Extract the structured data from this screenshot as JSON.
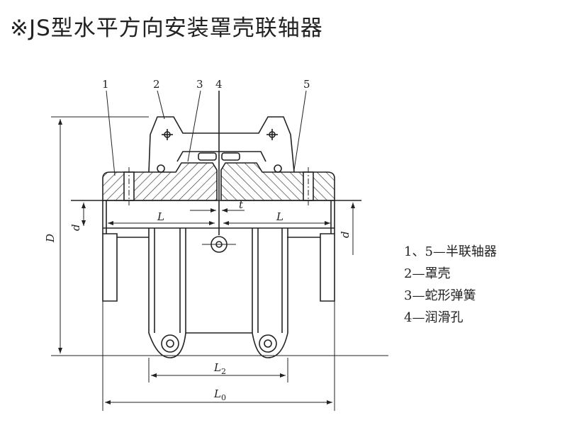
{
  "title": "※JS型水平方向安装罩壳联轴器",
  "part_numbers": [
    "1",
    "2",
    "3",
    "4",
    "5"
  ],
  "dimensions": {
    "D": "D",
    "d_left": "d",
    "d_right": "d",
    "L_left": "L",
    "L_right": "L",
    "t": "t",
    "L2": "L",
    "L2_sub": "2",
    "L0": "L",
    "L0_sub": "0"
  },
  "legend": [
    "1、5—半联轴器",
    "2—罩壳",
    "3—蛇形弹簧",
    "4—润滑孔"
  ]
}
